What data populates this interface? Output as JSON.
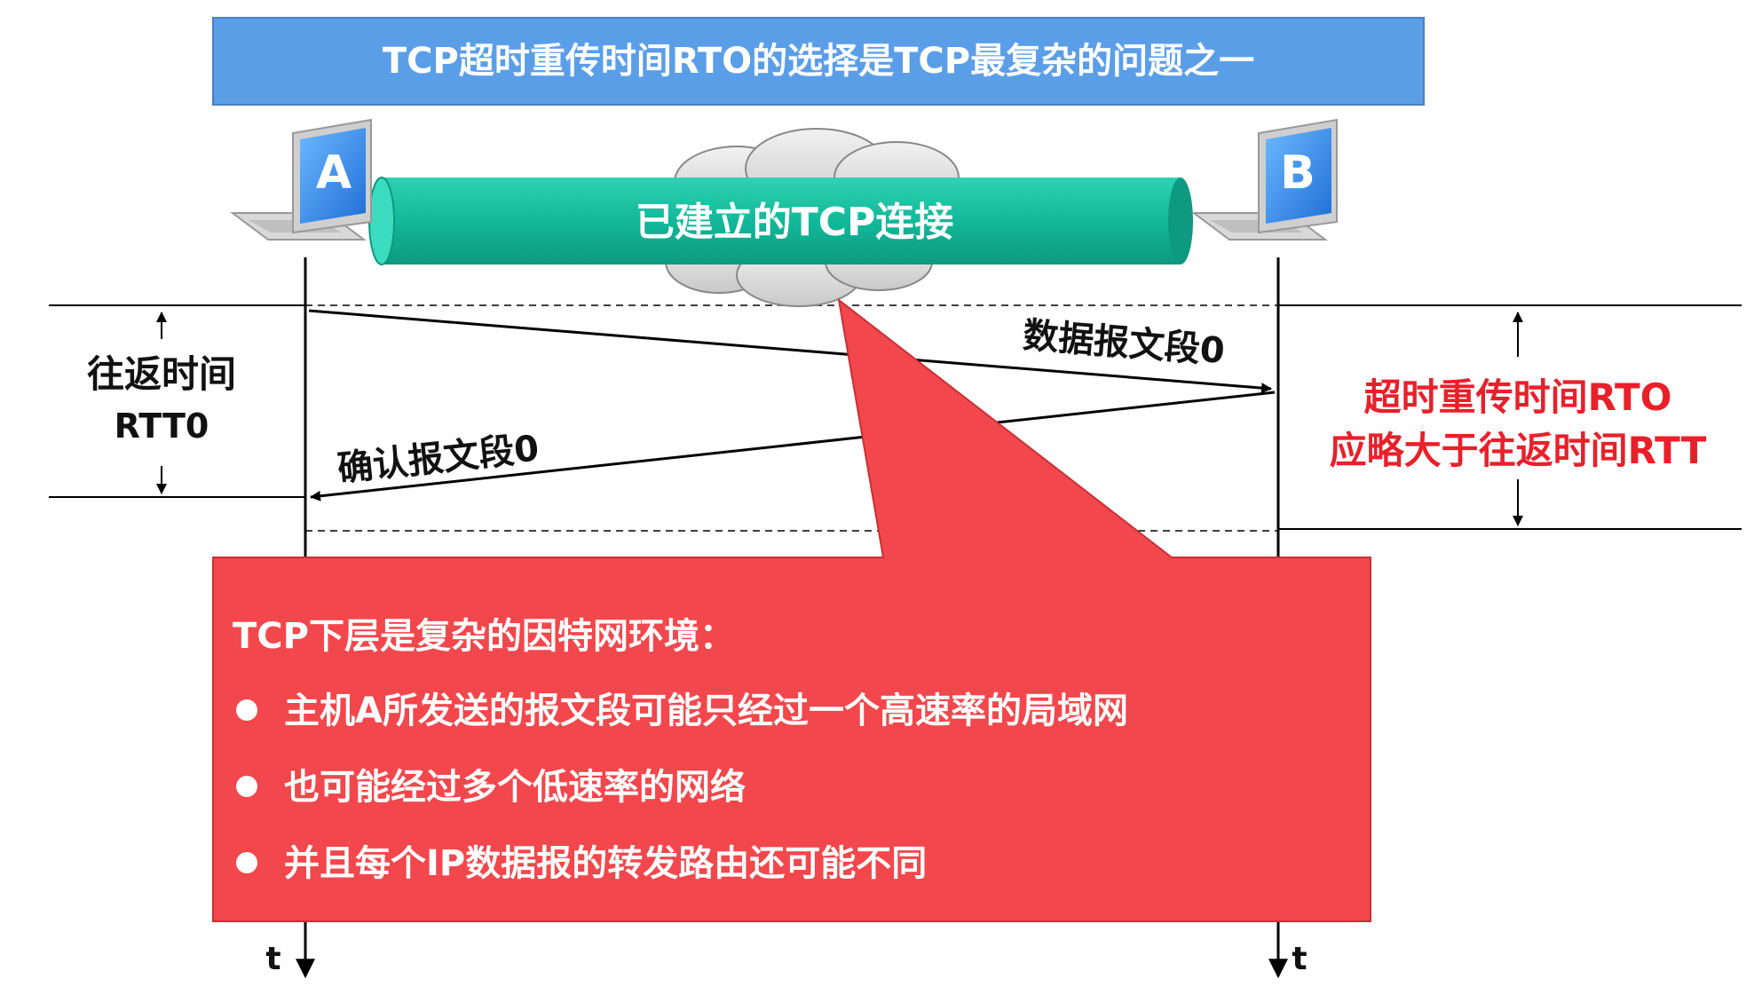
{
  "title": "TCP超时重传时间RTO的选择是TCP最复杂的问题之一",
  "hosts": {
    "a_label": "A",
    "b_label": "B"
  },
  "connection_label": "已建立的TCP连接",
  "segments": {
    "data_label": "数据报文段0",
    "ack_label": "确认报文段0"
  },
  "rtt": {
    "line1": "往返时间",
    "line2": "RTT0"
  },
  "rto": {
    "line1": "超时重传时间RTO",
    "line2": "应略大于往返时间RTT"
  },
  "callout": {
    "heading": "TCP下层是复杂的因特网环境：",
    "bullets": [
      "主机A所发送的报文段可能只经过一个高速率的局域网",
      "也可能经过多个低速率的网络",
      "并且每个IP数据报的转发路由还可能不同"
    ]
  },
  "time_axis": {
    "left": "t",
    "right": "t"
  },
  "colors": {
    "title_bg": "#5b9ee8",
    "pipe": "#12b89a",
    "callout": "#f2474c",
    "rto_text": "#e8202a",
    "screen": "#3a8ee6"
  }
}
